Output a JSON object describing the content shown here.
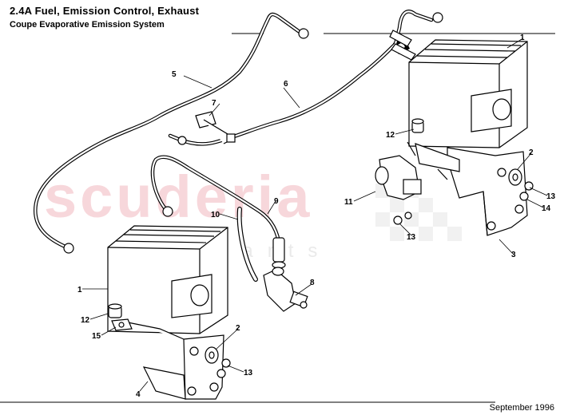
{
  "header": {
    "title": "2.4A Fuel, Emission Control, Exhaust",
    "subtitle": "Coupe Evaporative Emission System"
  },
  "footer": {
    "date": "September 1996"
  },
  "watermark": {
    "brand": "scuderia",
    "tagline": "car parts",
    "color": "#f2b8bf"
  },
  "callouts": [
    "1",
    "1",
    "2",
    "2",
    "3",
    "4",
    "5",
    "6",
    "7",
    "8",
    "9",
    "10",
    "11",
    "12",
    "12",
    "13",
    "13",
    "13",
    "14",
    "15"
  ]
}
